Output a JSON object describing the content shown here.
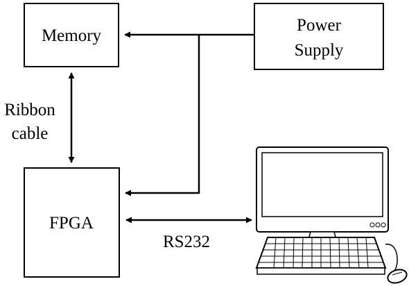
{
  "nodes": {
    "memory": {
      "label": "Memory"
    },
    "power_supply": {
      "label_line1": "Power",
      "label_line2": "Supply"
    },
    "fpga": {
      "label": "FPGA"
    }
  },
  "edges": {
    "ribbon": {
      "label_line1": "Ribbon",
      "label_line2": "cable"
    },
    "rs232": {
      "label": "RS232"
    }
  },
  "computer": {
    "icon": "desktop-computer-icon"
  },
  "colors": {
    "stroke": "#000000",
    "background": "#ffffff"
  }
}
